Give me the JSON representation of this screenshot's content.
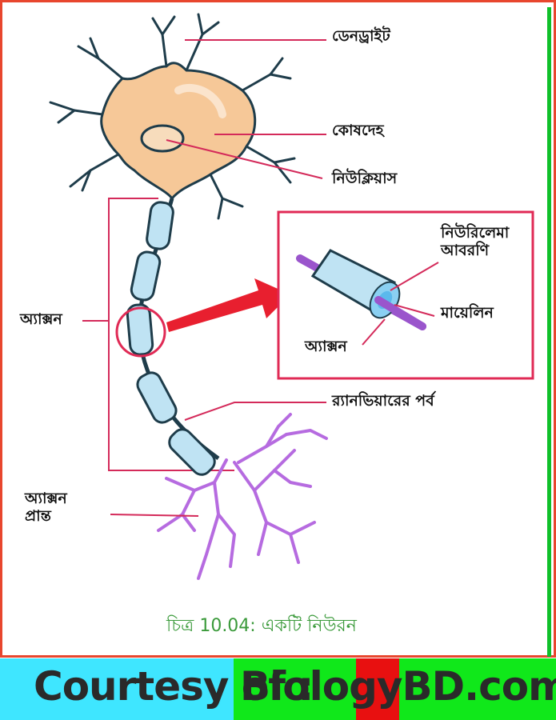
{
  "labels": {
    "dendrite": "ডেনড্রাইট",
    "cell_body": "কোষদেহ",
    "nucleus": "নিউক্লিয়াস",
    "neurilemma": "নিউরিলেমা\nআবরণি",
    "myelin": "মায়েলিন",
    "axon_inset": "অ্যাক্সন",
    "axon": "অ্যাক্সন",
    "node_of_ranvier": "র‍্যানভিয়ারের পর্ব",
    "axon_terminal": "অ্যাক্সন\nপ্রান্ত"
  },
  "caption": "চিত্র 10.04: একটি নিউরন",
  "banner": {
    "courtesy": "Courtesy of :",
    "site": "BiologyBD.com"
  },
  "colors": {
    "cell_body": "#f6c898",
    "axon_segment": "#bfe3f3",
    "terminal": "#b66be0",
    "pointer_line": "#d42a5a",
    "inset_border": "#e02a55",
    "arrow": "#e81f2f",
    "caption": "#3a9a3a"
  }
}
